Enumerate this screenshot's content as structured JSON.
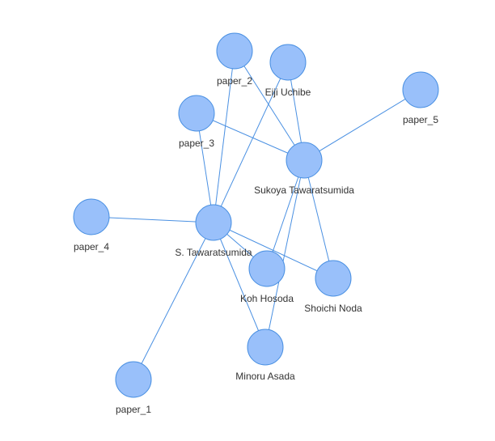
{
  "graph": {
    "nodes": [
      {
        "id": "paper_2",
        "label": "paper_2"
      },
      {
        "id": "eiji",
        "label": "Eiji Uchibe"
      },
      {
        "id": "paper_5",
        "label": "paper_5"
      },
      {
        "id": "paper_3",
        "label": "paper_3"
      },
      {
        "id": "sukoya",
        "label": "Sukoya Tawaratsumida"
      },
      {
        "id": "paper_4",
        "label": "paper_4"
      },
      {
        "id": "s_tawa",
        "label": "S. Tawaratsumida"
      },
      {
        "id": "koh",
        "label": "Koh Hosoda"
      },
      {
        "id": "shoichi",
        "label": "Shoichi Noda"
      },
      {
        "id": "minoru",
        "label": "Minoru Asada"
      },
      {
        "id": "paper_1",
        "label": "paper_1"
      }
    ],
    "edges": [
      {
        "source": "paper_2",
        "target": "s_tawa"
      },
      {
        "source": "paper_2",
        "target": "sukoya"
      },
      {
        "source": "eiji",
        "target": "s_tawa"
      },
      {
        "source": "eiji",
        "target": "sukoya"
      },
      {
        "source": "paper_3",
        "target": "s_tawa"
      },
      {
        "source": "paper_3",
        "target": "sukoya"
      },
      {
        "source": "paper_5",
        "target": "sukoya"
      },
      {
        "source": "paper_4",
        "target": "s_tawa"
      },
      {
        "source": "paper_1",
        "target": "s_tawa"
      },
      {
        "source": "s_tawa",
        "target": "koh"
      },
      {
        "source": "s_tawa",
        "target": "shoichi"
      },
      {
        "source": "s_tawa",
        "target": "minoru"
      },
      {
        "source": "sukoya",
        "target": "koh"
      },
      {
        "source": "sukoya",
        "target": "shoichi"
      },
      {
        "source": "sukoya",
        "target": "minoru"
      }
    ]
  }
}
